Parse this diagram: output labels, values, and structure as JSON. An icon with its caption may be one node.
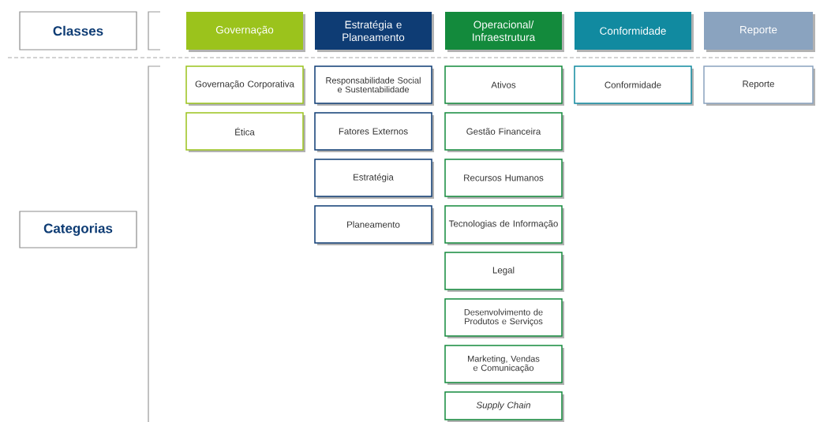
{
  "diagram": {
    "nodes": [
      {
        "text": [
          "Classes"
        ]
      },
      {
        "text": [
          "Governação"
        ]
      },
      {
        "text": [
          "Estratégia e Planeamento"
        ]
      },
      {
        "text": [
          "Operacional/ Infraestrutura"
        ]
      },
      {
        "text": [
          "Conformidade"
        ]
      },
      {
        "text": [
          "Reporte"
        ]
      },
      {
        "text": [
          "Categorias"
        ]
      },
      {
        "text": [
          "Governação Corporativa"
        ]
      },
      {
        "text": [
          "Ética"
        ]
      },
      {
        "text": [
          "Responsabilidade Social e Sustentabilidade"
        ]
      },
      {
        "text": [
          "Fatores Externos"
        ]
      },
      {
        "text": [
          "Estratégia"
        ]
      },
      {
        "text": [
          "Planeamento"
        ]
      },
      {
        "text": [
          "Ativos"
        ]
      },
      {
        "text": [
          "Gestão Financeira"
        ]
      },
      {
        "text": [
          "Recursos Humanos"
        ]
      },
      {
        "text": [
          "Tecnologias de Informação"
        ]
      },
      {
        "text": [
          "Legal"
        ]
      },
      {
        "text": [
          "Desenvolvimento de Produtos e Serviços"
        ]
      },
      {
        "text": [
          "Marketing, Vendas e Comunicação"
        ]
      },
      {
        "text": [
          "Supply Chain"
        ]
      },
      {
        "text": [
          "Conformidade"
        ]
      },
      {
        "text": [
          "Reporte"
        ]
      }
    ]
  }
}
